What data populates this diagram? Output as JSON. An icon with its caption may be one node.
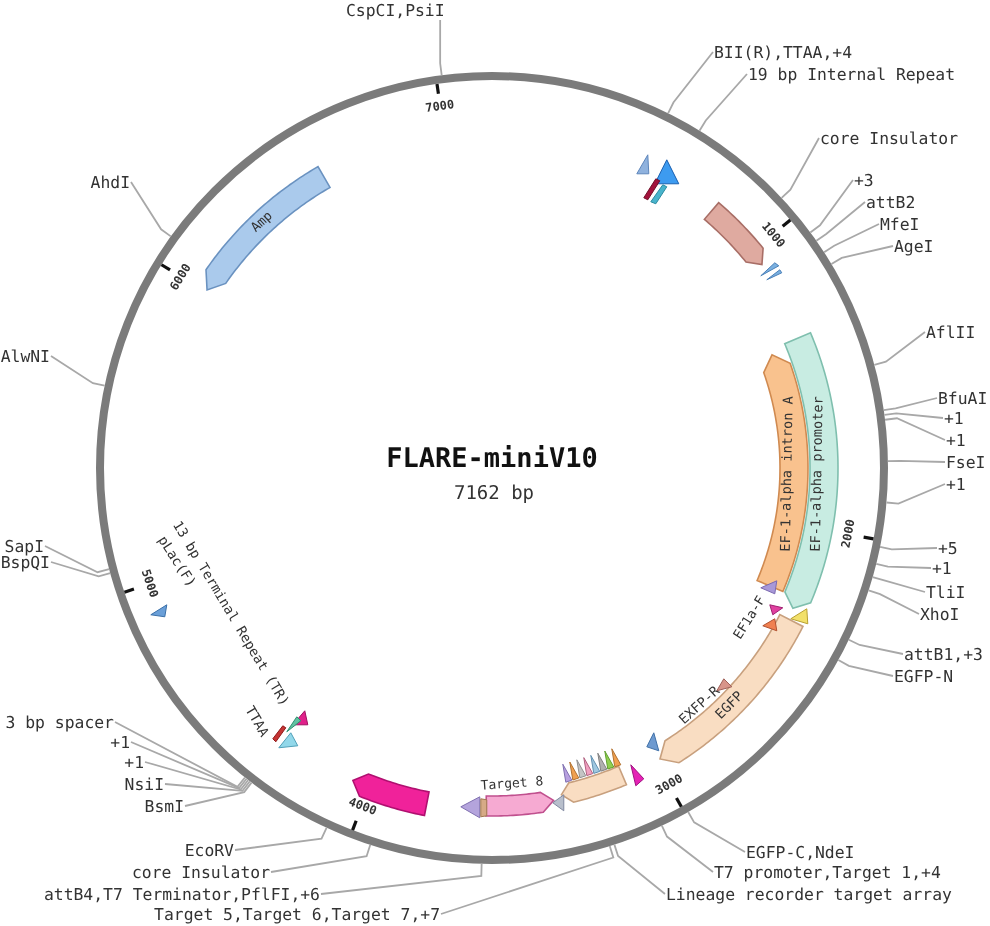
{
  "diagram": {
    "title": "FLARE-miniV10",
    "nodes": [
      {
        "text": [
          "CspCI,PsiI"
        ]
      },
      {
        "text": [
          "BII(R),TTAA,+4"
        ]
      },
      {
        "text": [
          "19 bp Internal Repeat"
        ]
      },
      {
        "text": [
          "core Insulator"
        ]
      },
      {
        "text": [
          "+3"
        ]
      },
      {
        "text": [
          "attB2"
        ]
      },
      {
        "text": [
          "MfeI"
        ]
      },
      {
        "text": [
          "AgeI"
        ]
      },
      {
        "text": [
          "AflII"
        ]
      },
      {
        "text": [
          "BfuAI"
        ]
      },
      {
        "text": [
          "+1"
        ]
      },
      {
        "text": [
          "+1"
        ]
      },
      {
        "text": [
          "FseI"
        ]
      },
      {
        "text": [
          "+1"
        ]
      },
      {
        "text": [
          "+5"
        ]
      },
      {
        "text": [
          "+1"
        ]
      },
      {
        "text": [
          "TliI"
        ]
      },
      {
        "text": [
          "XhoI"
        ]
      },
      {
        "text": [
          "attB1,+3"
        ]
      },
      {
        "text": [
          "EGFP-N"
        ]
      },
      {
        "text": [
          "EGFP-C,NdeI"
        ]
      },
      {
        "text": [
          "T7 promoter,Target 1,+4"
        ]
      },
      {
        "text": [
          "Lineage recorder target array"
        ]
      },
      {
        "text": [
          "Target 5,Target 6,Target 7,+7"
        ]
      },
      {
        "text": [
          "attB4,T7 Terminator,PflFI,+6"
        ]
      },
      {
        "text": [
          "core Insulator"
        ]
      },
      {
        "text": [
          "EcoRV"
        ]
      },
      {
        "text": [
          "BsmI"
        ]
      },
      {
        "text": [
          "NsiI"
        ]
      },
      {
        "text": [
          "+1"
        ]
      },
      {
        "text": [
          "+1"
        ]
      },
      {
        "text": [
          "3 bp spacer"
        ]
      },
      {
        "text": [
          "BspQI"
        ]
      },
      {
        "text": [
          "SapI"
        ]
      },
      {
        "text": [
          "AlwNI"
        ]
      },
      {
        "text": [
          "AhdI"
        ]
      },
      {
        "text": [
          "Amp"
        ]
      },
      {
        "text": [
          "EF-1-alpha promoter"
        ]
      },
      {
        "text": [
          "EF-1-alpha intron A"
        ]
      },
      {
        "text": [
          "EGFP"
        ]
      },
      {
        "text": [],
        "shape": "arrow"
      },
      {
        "text": [],
        "shape": "arrow",
        "beside": [
          "Target 8"
        ]
      },
      {
        "text": [],
        "shape": "arrow"
      },
      {
        "text": [],
        "shape": "arrow"
      }
    ],
    "edges": [
      {
        "from": 0,
        "to": null,
        "arrow": "none"
      },
      {
        "from": 1,
        "to": null,
        "arrow": "none"
      },
      {
        "from": 2,
        "to": null,
        "arrow": "none"
      },
      {
        "from": 3,
        "to": null,
        "arrow": "none"
      },
      {
        "from": 4,
        "to": null,
        "arrow": "none"
      },
      {
        "from": 5,
        "to": null,
        "arrow": "none"
      },
      {
        "from": 6,
        "to": null,
        "arrow": "none"
      },
      {
        "from": 7,
        "to": null,
        "arrow": "none"
      },
      {
        "from": 8,
        "to": null,
        "arrow": "none"
      },
      {
        "from": 9,
        "to": null,
        "arrow": "none"
      },
      {
        "from": 10,
        "to": null,
        "arrow": "none"
      },
      {
        "from": 11,
        "to": null,
        "arrow": "none"
      },
      {
        "from": 12,
        "to": null,
        "arrow": "none"
      },
      {
        "from": 13,
        "to": null,
        "arrow": "none"
      },
      {
        "from": 14,
        "to": null,
        "arrow": "none"
      },
      {
        "from": 15,
        "to": null,
        "arrow": "none"
      },
      {
        "from": 16,
        "to": null,
        "arrow": "none"
      },
      {
        "from": 17,
        "to": null,
        "arrow": "none"
      },
      {
        "from": 18,
        "to": null,
        "arrow": "none"
      },
      {
        "from": 19,
        "to": null,
        "arrow": "none"
      },
      {
        "from": 20,
        "to": null,
        "arrow": "none"
      },
      {
        "from": 21,
        "to": null,
        "arrow": "none"
      },
      {
        "from": 22,
        "to": null,
        "arrow": "none"
      },
      {
        "from": 23,
        "to": null,
        "arrow": "none"
      },
      {
        "from": 24,
        "to": null,
        "arrow": "none"
      },
      {
        "from": 25,
        "to": null,
        "arrow": "none"
      },
      {
        "from": 26,
        "to": null,
        "arrow": "none"
      },
      {
        "from": 27,
        "to": null,
        "arrow": "none"
      },
      {
        "from": 28,
        "to": null,
        "arrow": "none"
      },
      {
        "from": 29,
        "to": null,
        "arrow": "none"
      },
      {
        "from": 30,
        "to": null,
        "arrow": "none"
      },
      {
        "from": 31,
        "to": null,
        "arrow": "none"
      },
      {
        "from": 32,
        "to": null,
        "arrow": "none"
      },
      {
        "from": 33,
        "to": null,
        "arrow": "none"
      },
      {
        "from": 34,
        "to": null,
        "arrow": "none"
      },
      {
        "from": 35,
        "to": null,
        "arrow": "none"
      }
    ],
    "labels": [
      "7000",
      "1000",
      "6000",
      "7162 bp",
      "2000",
      "pLac(F)",
      "13 bp Terminal Repeat (TR)",
      "5000",
      "EF1a-F",
      "EXFP-R",
      "TTAA",
      "3000",
      "4000"
    ]
  }
}
